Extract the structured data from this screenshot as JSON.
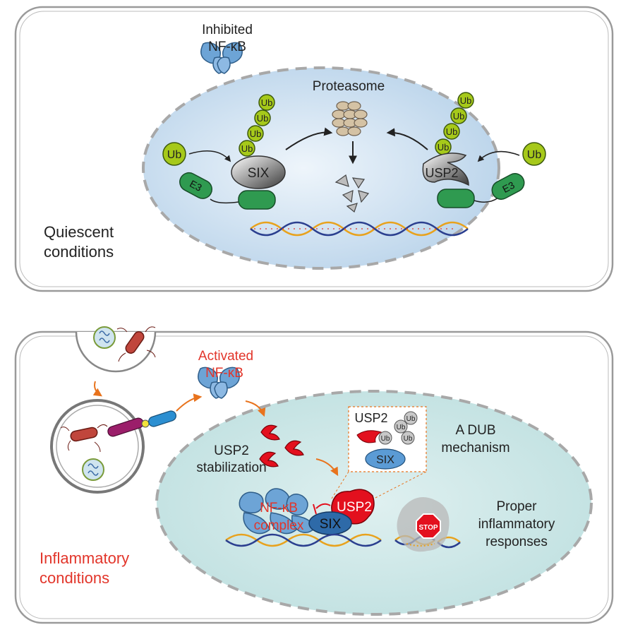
{
  "top_panel": {
    "inhibited_nfkb_line1": "Inhibited",
    "inhibited_nfkb_line2": "NF-κB",
    "proteasome": "Proteasome",
    "ub": "Ub",
    "e3": "E3",
    "six": "SIX",
    "usp2": "USP2",
    "condition_line1": "Quiescent",
    "condition_line2": "conditions"
  },
  "bottom_panel": {
    "activated_nfkb_line1": "Activated",
    "activated_nfkb_line2": "NF-κB",
    "usp2_stabilization_line1": "USP2",
    "usp2_stabilization_line2": "stabilization",
    "inset_usp2": "USP2",
    "inset_ub": "Ub",
    "inset_six": "SIX",
    "dub_line1": "A DUB",
    "dub_line2": "mechanism",
    "nfkb_complex_line1": "NF-κB",
    "nfkb_complex_line2": "complex",
    "usp2": "USP2",
    "six": "SIX",
    "stop": "STOP",
    "proper_line1": "Proper",
    "proper_line2": "inflammatory",
    "proper_line3": "responses",
    "condition_line1": "Inflammatory",
    "condition_line2": "conditions"
  },
  "colors": {
    "ub_green": "#a6c91a",
    "e3_green": "#2f9a50",
    "nfkb_blue": "#6da4d6",
    "usp2_red": "#e3101e",
    "red_text": "#e2352a",
    "arrow_orange": "#e8731d",
    "nucleus_blue": "#d8e8f5",
    "nucleus_teal": "#cfe9e9"
  }
}
